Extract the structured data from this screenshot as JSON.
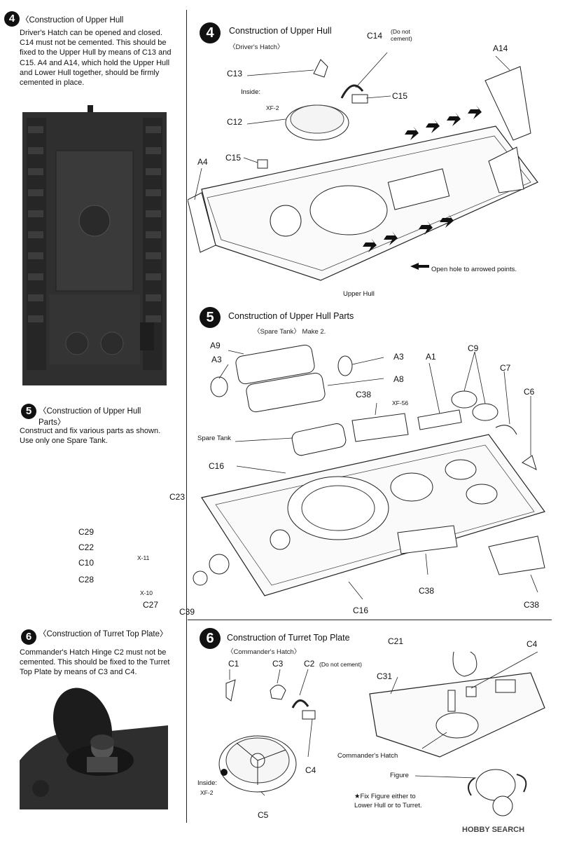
{
  "left_col": {
    "step4": {
      "num": "4",
      "title": "〈Construction of Upper Hull",
      "text": "Driver's Hatch can be opened and closed. C14 must not be cemented. This should be fixed to the Upper Hull by means of C13 and C15.  A4 and A14, which hold the Upper Hull and Lower Hull together, should be firmly cemented in place."
    },
    "step5": {
      "num": "5",
      "title": "〈Construction of Upper Hull Parts〉",
      "text": "Construct and fix various parts as shown. Use only one Spare Tank."
    },
    "step6": {
      "num": "6",
      "title": "〈Construction of Turret Top Plate〉",
      "text": "Commander's Hatch Hinge C2 must not be cemented.  This should be fixed to the Turret Top Plate by means of C3 and C4."
    }
  },
  "panel4": {
    "num": "4",
    "title": "Construction of Upper Hull",
    "sub": "〈Driver's Hatch〉",
    "labels": {
      "c14": "C14",
      "do_not_cement": "(Do not\ncement)",
      "c13": "C13",
      "inside": "Inside:",
      "xf2": "XF-2",
      "c15a": "C15",
      "c12": "C12",
      "c15b": "C15",
      "a14": "A14",
      "a4": "A4",
      "upper_hull": "Upper Hull",
      "open_hole": "Open hole to arrowed points."
    }
  },
  "panel5": {
    "num": "5",
    "title": "Construction of Upper Hull Parts",
    "sub": "〈Spare Tank〉 Make 2.",
    "labels": {
      "a9": "A9",
      "a3a": "A3",
      "a3b": "A3",
      "a8": "A8",
      "a1": "A1",
      "c9": "C9",
      "c7": "C7",
      "c6": "C6",
      "c38a": "C38",
      "xf56": "XF-56",
      "spare_tank": "Spare Tank",
      "c16a": "C16",
      "c23": "C23",
      "c29": "C29",
      "c22": "C22",
      "x11": "X-11",
      "c10": "C10",
      "c28": "C28",
      "x10": "X-10",
      "c27": "C27",
      "c39": "C39",
      "c16b": "C16",
      "c38b": "C38",
      "c38c": "C38"
    }
  },
  "panel6": {
    "num": "6",
    "title": "Construction of Turret Top Plate",
    "sub": "〈Commander's Hatch〉",
    "labels": {
      "c1": "C1",
      "c3": "C3",
      "c2": "C2",
      "do_not_cement": "(Do not cement)",
      "c4a": "C4",
      "inside": "Inside:",
      "xf2": "XF-2",
      "c5": "C5",
      "c21": "C21",
      "c4b": "C4",
      "c31": "C31",
      "commander_hatch": "Commander's Hatch",
      "figure": "Figure",
      "fix_figure": "★Fix Figure either to\nLower Hull or to Turret."
    }
  },
  "watermark": "HOBBY SEARCH"
}
